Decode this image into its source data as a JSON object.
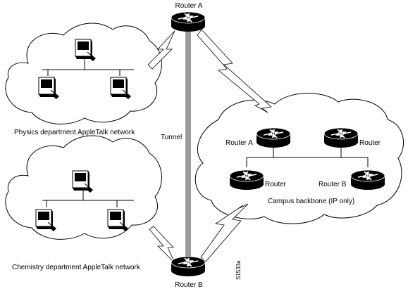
{
  "labels": {
    "router_a_top": "Router A",
    "router_b_bottom": "Router B",
    "tunnel": "Tunnel",
    "physics_network": "Physics department AppleTalk network",
    "chemistry_network": "Chemistry department AppleTalk network",
    "campus_router_a": "Router A",
    "campus_router_top_right": "Router",
    "campus_router_bottom_left": "Router",
    "campus_router_b": "Router B",
    "campus_backbone": "Campus backbone (IP only)",
    "figure_id": "S1533a"
  },
  "colors": {
    "line": "#000000",
    "tunnel": "#9a9a9a",
    "background": "#ffffff"
  },
  "icons": {
    "router": "router-icon",
    "computer": "mac-computer-icon",
    "cloud": "cloud-shape",
    "wan_link": "lightning-serial-link"
  }
}
